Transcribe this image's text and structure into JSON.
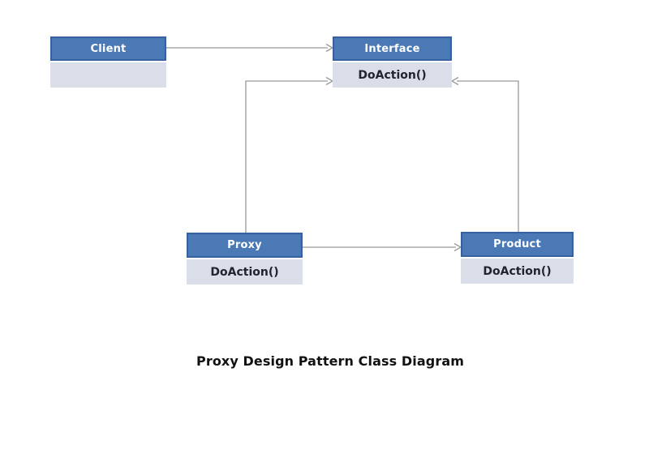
{
  "diagram": {
    "title": "Proxy Design Pattern Class Diagram",
    "classes": [
      {
        "id": "client",
        "name": "Client",
        "members": [
          ""
        ]
      },
      {
        "id": "interface",
        "name": "Interface",
        "members": [
          "DoAction()"
        ]
      },
      {
        "id": "proxy",
        "name": "Proxy",
        "members": [
          "DoAction()"
        ]
      },
      {
        "id": "product",
        "name": "Product",
        "members": [
          "DoAction()"
        ]
      }
    ],
    "relations": [
      {
        "from": "Client",
        "to": "Interface",
        "style": "solid-open-arrow"
      },
      {
        "from": "Proxy",
        "to": "Interface",
        "style": "solid-open-arrow"
      },
      {
        "from": "Product",
        "to": "Interface",
        "style": "solid-open-arrow"
      },
      {
        "from": "Proxy",
        "to": "Product",
        "style": "solid-open-arrow"
      }
    ],
    "colors": {
      "header_fill": "#4a79b5",
      "header_border": "#35619e",
      "header_text": "#ffffff",
      "body_fill": "#d9dee9",
      "body_text": "#20242e",
      "connector": "#999999",
      "title_text": "#111111",
      "background": "#ffffff"
    }
  }
}
